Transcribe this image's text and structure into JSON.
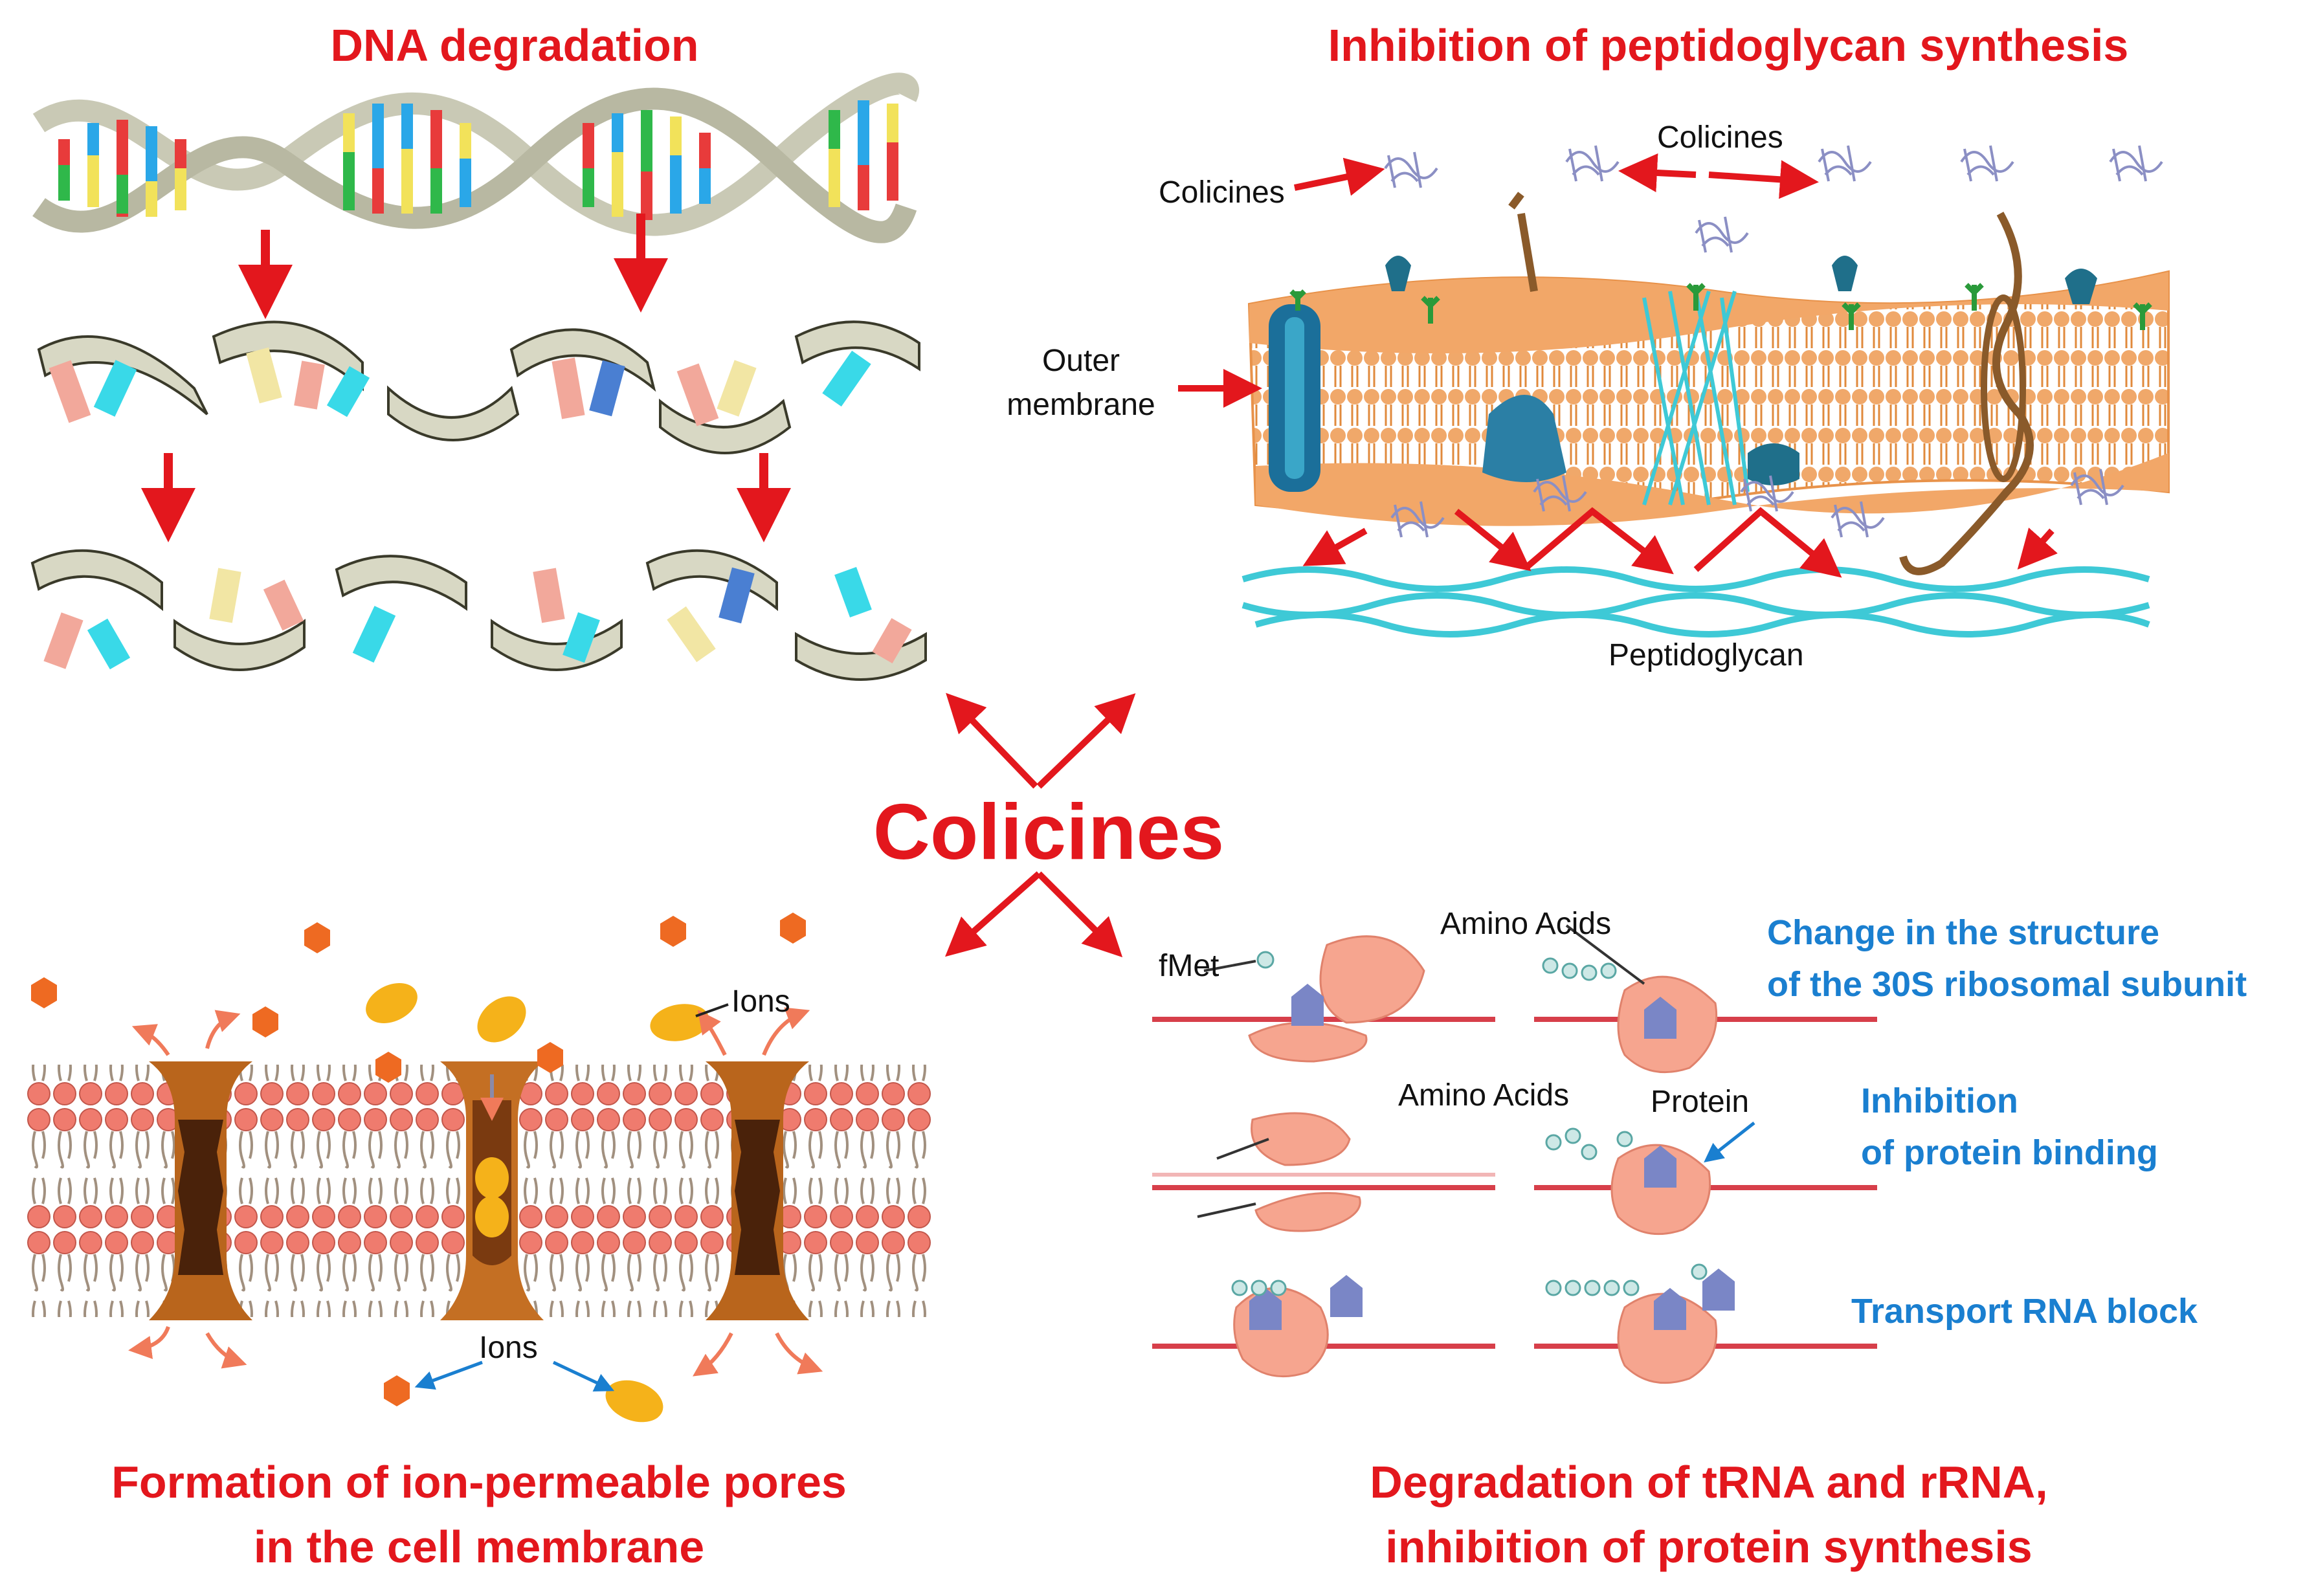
{
  "titles": {
    "dna": "DNA degradation",
    "peptidoglycan": "Inhibition of peptidoglycan synthesis",
    "center": "Colicines",
    "pores_line1": "Formation of ion-permeable pores",
    "pores_line2": "in the cell membrane",
    "protein_line1": "Degradation of tRNA and rRNA,",
    "protein_line2": "inhibition of protein synthesis"
  },
  "peptidoglycan_panel": {
    "colicines_left": "Colicines",
    "colicines_top": "Colicines",
    "outer_membrane_line1": "Outer",
    "outer_membrane_line2": "membrane",
    "peptidoglycan": "Peptidoglycan"
  },
  "pores_panel": {
    "ions_top": "Ions",
    "ions_bottom": "Ions"
  },
  "ribosome_panel": {
    "fmet": "fMet",
    "amino_acids_1": "Amino Acids",
    "amino_acids_2": "Amino Acids",
    "protein": "Protein",
    "change_line1": "Change in the structure",
    "change_line2": "of the 30S ribosomal subunit",
    "inhibition_line1": "Inhibition",
    "inhibition_line2": "of protein binding",
    "transport_block": "Transport RNA block"
  },
  "colors": {
    "title_red": "#e3171d",
    "annotation_blue": "#1a7fd0",
    "membrane_orange": "#e79a55",
    "peptidoglycan_cyan": "#3ec9d6",
    "ribosome_pink": "#f6a58f",
    "protein_purple": "#7a86c6",
    "ion_orange": "#ee6a22",
    "ion_yellow": "#f5b21a"
  },
  "icons": [
    "dna-helix-icon",
    "colicin-molecule-icon",
    "ion-channel-icon",
    "ribosome-icon"
  ]
}
